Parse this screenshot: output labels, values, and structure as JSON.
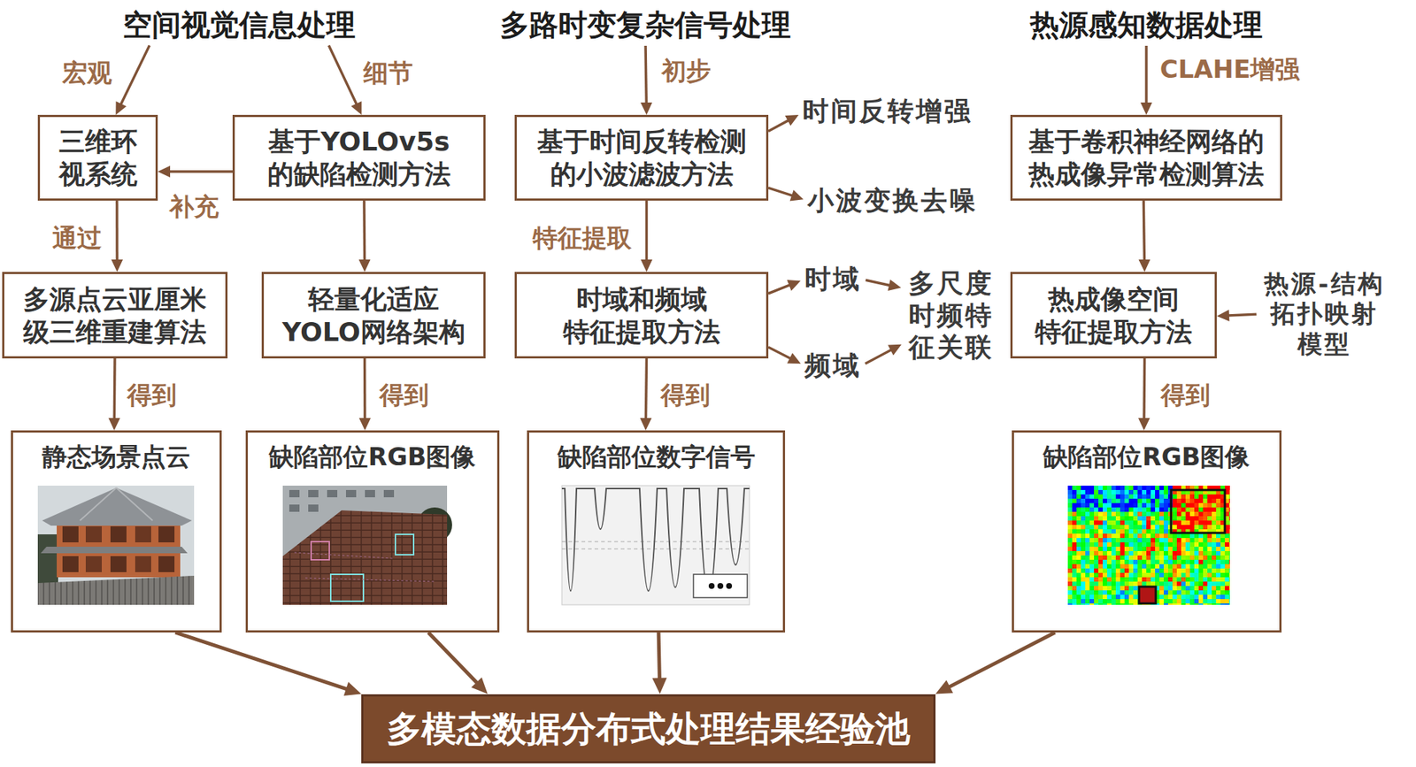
{
  "diagram": {
    "nodes": [
      {
        "text": [
          "空间视觉信息处理"
        ]
      },
      {
        "text": [
          "多路时变复杂信号处理"
        ]
      },
      {
        "text": [
          "热源感知数据处理"
        ]
      },
      {
        "text": [
          "三维环 视系统"
        ]
      },
      {
        "text": [
          "基于YOLOv5s 的缺陷检测方法"
        ]
      },
      {
        "text": [
          "基于时间反转检测 的小波滤波方法"
        ]
      },
      {
        "text": [
          "时间反转增强"
        ]
      },
      {
        "text": [
          "小波变换去噪"
        ]
      },
      {
        "text": [
          "基于卷积神经网络的 热成像异常检测算法"
        ]
      },
      {
        "text": [
          "多源点云亚厘米 级三维重建算法"
        ]
      },
      {
        "text": [
          "轻量化适应 YOLO网络架构"
        ]
      },
      {
        "text": [
          "时域和频域 特征提取方法"
        ]
      },
      {
        "text": [
          "时域"
        ]
      },
      {
        "text": [
          "频域"
        ]
      },
      {
        "text": [
          "多尺度 时频特 征关联"
        ]
      },
      {
        "text": [
          "热成像空间 特征提取方法"
        ]
      },
      {
        "text": [
          "热源-结构 拓扑映射 模型"
        ]
      },
      {
        "text": [
          "静态场景点云"
        ]
      },
      {
        "text": [
          "缺陷部位RGB图像"
        ]
      },
      {
        "text": [
          "缺陷部位数字信号"
        ]
      },
      {
        "text": [
          "缺陷部位RGB图像"
        ]
      },
      {
        "text": [
          "多模态数据分布式处理结果经验池"
        ]
      }
    ],
    "edges": [
      {
        "from": 0,
        "to": 3,
        "label": "宏观",
        "arrow": "to"
      },
      {
        "from": 0,
        "to": 4,
        "label": "细节",
        "arrow": "to"
      },
      {
        "from": 4,
        "to": 3,
        "label": "补充",
        "arrow": "to"
      },
      {
        "from": 1,
        "to": 5,
        "label": "初步",
        "arrow": "to"
      },
      {
        "from": 5,
        "to": 6,
        "arrow": "to"
      },
      {
        "from": 5,
        "to": 7,
        "arrow": "to"
      },
      {
        "from": 2,
        "to": 8,
        "label": "CLAHE增强",
        "arrow": "to"
      },
      {
        "from": 3,
        "to": 9,
        "label": "通过",
        "arrow": "to"
      },
      {
        "from": 4,
        "to": 10,
        "arrow": "to"
      },
      {
        "from": 5,
        "to": 11,
        "label": "特征提取",
        "arrow": "to"
      },
      {
        "from": 8,
        "to": 15,
        "arrow": "to"
      },
      {
        "from": 11,
        "to": 12,
        "arrow": "to"
      },
      {
        "from": 11,
        "to": 13,
        "arrow": "to"
      },
      {
        "from": 12,
        "to": 14,
        "arrow": "to"
      },
      {
        "from": 13,
        "to": 14,
        "arrow": "to"
      },
      {
        "from": 16,
        "to": 15,
        "arrow": "to"
      },
      {
        "from": 9,
        "to": 17,
        "label": "得到",
        "arrow": "to"
      },
      {
        "from": 10,
        "to": 18,
        "label": "得到",
        "arrow": "to"
      },
      {
        "from": 11,
        "to": 19,
        "label": "得到",
        "arrow": "to"
      },
      {
        "from": 15,
        "to": 20,
        "label": "得到",
        "arrow": "to"
      },
      {
        "from": 17,
        "to": 21,
        "arrow": "to"
      },
      {
        "from": 18,
        "to": 21,
        "arrow": "to"
      },
      {
        "from": 19,
        "to": 21,
        "arrow": "to"
      },
      {
        "from": 20,
        "to": 21,
        "arrow": "to"
      }
    ]
  }
}
